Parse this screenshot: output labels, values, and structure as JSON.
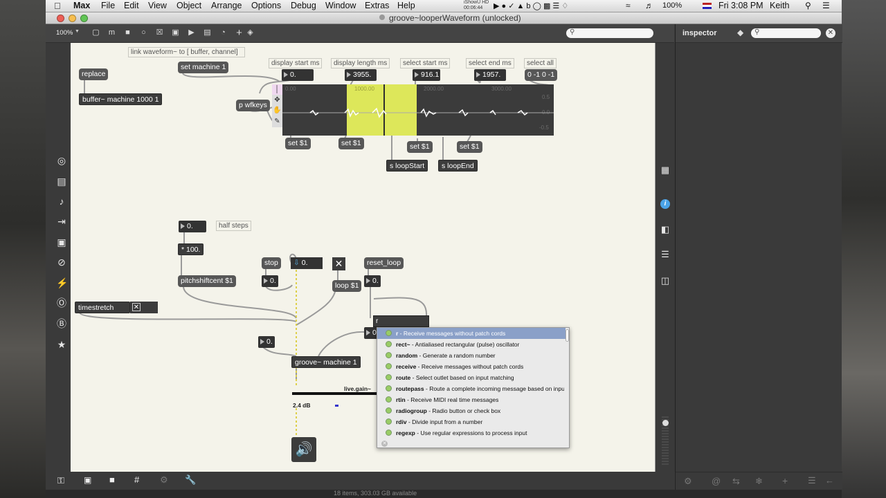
{
  "menubar": {
    "app": "Max",
    "items": [
      "File",
      "Edit",
      "View",
      "Object",
      "Arrange",
      "Options",
      "Debug",
      "Window",
      "Extras",
      "Help"
    ],
    "battery": "100%",
    "clock": "Fri 3:08 PM",
    "user": "Keith",
    "recorder_label": "iShowU HD",
    "recorder_time": "00:06:44"
  },
  "window": {
    "title": "groove~looperWaveform (unlocked)"
  },
  "toolbar": {
    "zoom": "100%",
    "search_placeholder": ""
  },
  "inspector": {
    "title": "inspector"
  },
  "patch": {
    "comment_link": "link waveform~ to [ buffer, channel]",
    "replace": "replace",
    "set_machine": "set machine 1",
    "buffer": "buffer~ machine 1000 1",
    "p_wfkeys": "p wfkeys",
    "labels": {
      "display_start": "display start ms",
      "display_length": "display length ms",
      "select_start": "select start ms",
      "select_end": "select end ms",
      "select_all": "select all"
    },
    "numbers": {
      "display_start": "0.",
      "display_length": "3955.",
      "select_start": "916.1",
      "select_end": "1957.",
      "select_all": "0 -1 0 -1"
    },
    "wave_ticks": [
      "0.00",
      "1000.00",
      "2000.00",
      "3000.00"
    ],
    "wave_yticks": [
      "0.5",
      "0.0",
      "-0.5"
    ],
    "set1": "set $1",
    "s_loopstart": "s loopStart",
    "s_loopend": "s loopEnd",
    "half_steps_num": "0.",
    "half_steps": "half steps",
    "mult100": "* 100.",
    "pitchshift": "pitchshiftcent $1",
    "timestretch": "timestretch",
    "stop": "stop",
    "stop_num": "0.",
    "rate_num": "0.",
    "loop": "loop $1",
    "reset_loop": "reset_loop",
    "reset_num": "0.",
    "partial_obj": "r",
    "extra_num": "0.",
    "groove": "groove~ machine 1",
    "live_gain": "live.gain~",
    "gain_db": "2.4 dB",
    "below_text": "18 items, 303.03 GB available"
  },
  "autocomplete": [
    {
      "name": "r",
      "desc": "Receive messages without patch cords"
    },
    {
      "name": "rect~",
      "desc": "Antialiased rectangular (pulse) oscillator"
    },
    {
      "name": "random",
      "desc": "Generate a random number"
    },
    {
      "name": "receive",
      "desc": "Receive messages without patch cords"
    },
    {
      "name": "route",
      "desc": "Select outlet based on input matching"
    },
    {
      "name": "routepass",
      "desc": "Route a complete incoming message based on input ..."
    },
    {
      "name": "rtin",
      "desc": "Receive MIDI real time messages"
    },
    {
      "name": "radiogroup",
      "desc": "Radio button or check box"
    },
    {
      "name": "rdiv",
      "desc": "Divide input from a number"
    },
    {
      "name": "regexp",
      "desc": "Use regular expressions to process input"
    }
  ],
  "colors": {
    "selection": "#dde75a",
    "canvas": "#f4f3ea",
    "highlight": "#8aa0c8"
  }
}
